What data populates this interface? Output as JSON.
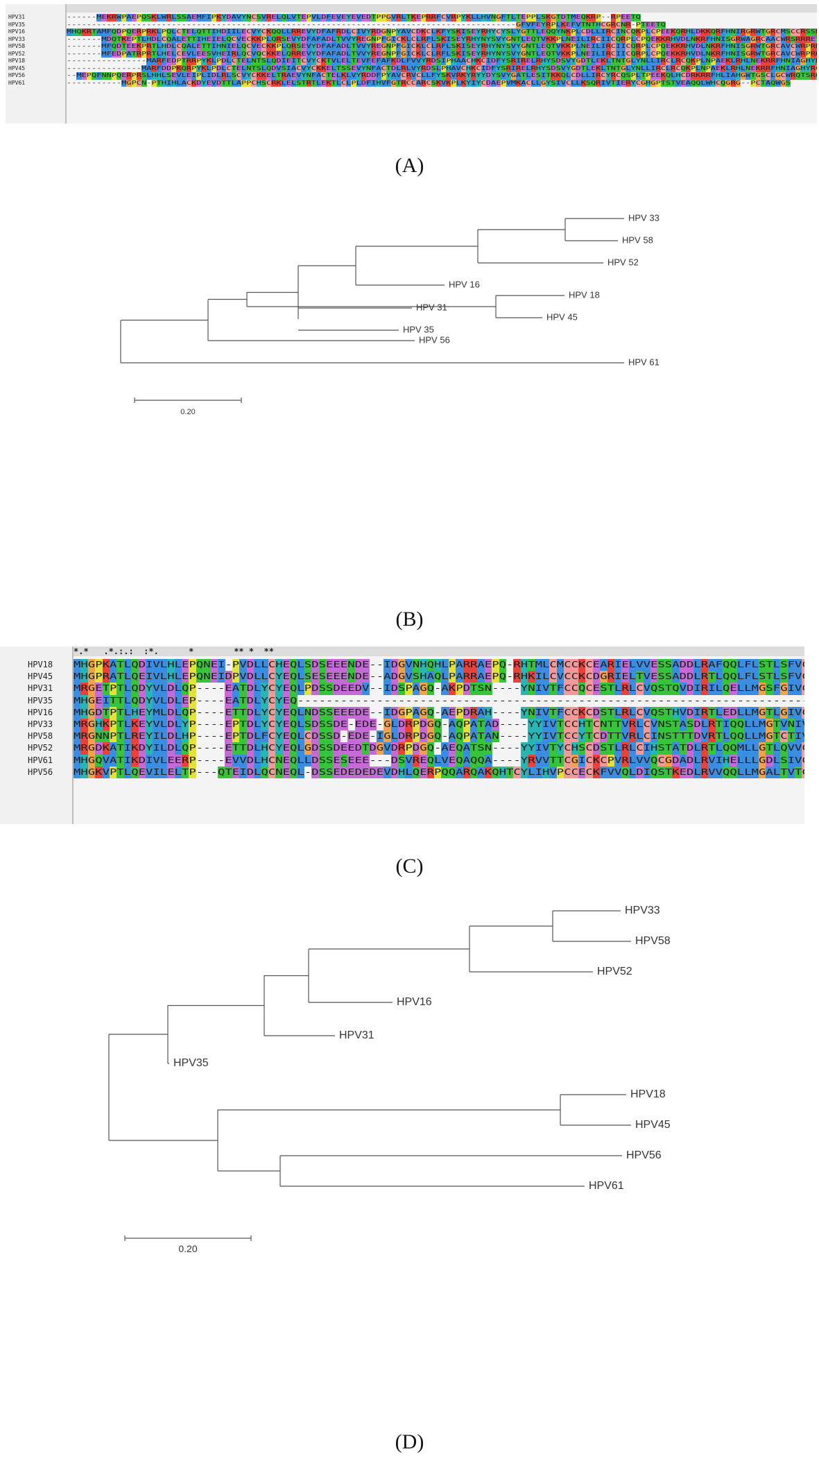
{
  "captions": {
    "a": "(A)",
    "b": "(B)",
    "c": "(C)",
    "d": "(D)"
  },
  "panel_a": {
    "names": [
      "HPV31",
      "HPV35",
      "HPV16",
      "HPV33",
      "HPV58",
      "HPV52",
      "HPV18",
      "HPV45",
      "HPV56",
      "HPV61"
    ],
    "rows": [
      "------MEKRWPAEPQSKLWRLSSAEMFIPKYDAVYNCSVRELQLVTEPVLDFEVEYEVEDTPPGVRLTKEPRRFCVRPYKLLHVNGFTLTEPPLSKGTDTMEQKRP--RPEETQ",
      "------------------------------------------------------------------------------------------GFVFEYRPLKEFVTNTHCGRCNR-PTEETQ",
      "MHQKRTAMFQDPQERPRKLPQLCTELQTTIHDIILECVYCKQQLLRREVYDFAFRDLCIVYRDGNPYAVCDKCLKFYSKISEYRHYCYSLYGTTLEQQYNKPLCDLLIRCINCQKPLCPEEKQRHLDKKQRFHNIRGRWTGRCMSCCRSSRTRRETQL",
      "-------MDQTKEPTLHDLCQALETTIHEIELQCVECKKPLQRSEVYDFAFADLTVVYREGNPFGICKLCLRFLSKISEYRHYNYSVYGNTLEQTVKKPLNEILIRCIICQRPLCPQEKKRHVDLNKRFHNISGRWAGRCAACWRSRRRETAL",
      "-------MFQDTEEKPRTLHDLCQALETTIHNIELQCVECKKPLQRSEVYDFAFADLTVVYREGNPFGICKLCLRFLSKISEYRHYNYSVYGNTLEQTVKKPLNEILIRCIICQRPLCPQEKKRHVDLNKRFHNISGRWTGRCAVCWRPRRRQTQV",
      "-------MFEDPATRPRTLHELCEVLEESVHEIRLQCVQCKKELQRREVYDFAFADLTVVYREGNPFGICKLCLRFLSKISEYRHYNYSVYGNTLEQTVKKPLNEILIRCIICQRPLCPQEKKRHVDLNKRFHNISGRWTGRCAVCWRPRRRQTQV",
      "----------------MARFEDPTRRPYKLPDLCTELNTSLQDIEITCVYCKTVLELTEVFEFAFKDLFVVYRDSIPHAACHKCIDFYSRIRELRHYSDSVYGDTLEKLTNTGLYNLLIRCLRCQKPLNPAEKLRHLNEKRRFHNIAGHYRGQCHSCCNRARQERLQRRRETQV",
      "---------------MARFDDPKQRPYKLPDLCTELNTSLQDVSIACVYCKKELTSSEVYNFACTDLRLVYRDSLPHAVCHKCIDFYSRIRELRHYSDSVYGDTLEKLTNTGLYNLLIRCLRCQKPLNPAEKLRHLNEKRRFHNIAGHYRGQCHSCCNRARQERLQRRRETQV",
      "--MEPQFNNPQERPRSLHHLSEVLEIPLIDLRLSCVYCKKELTRAEVYNFACTELKLVYRDDFPYAVCRVCLLFYSKVRKYRYYDYSVYGATLESITKKQLCDLLIRCYRCQSPLTPEEKQLHCDRKRRFHLIAHGWTGSCLGCWRQTSRQPRESTV",
      "-----------MGPCN-PTHIHLACKDYEVDTTLAPPCHSCRKLELSTRTLEKTLCLPLDFIHVFGTRCCARCSKVKPLKYIYCDAEPVMKACLLGYSIVCLLKSQRIVTIERYCGHGPTSTVEAQQLWHCQGRG--PCTAQWGS"
    ]
  },
  "tree_b": {
    "leaves": [
      "HPV 33",
      "HPV 58",
      "HPV 52",
      "HPV 16",
      "HPV 31",
      "HPV 35",
      "HPV 18",
      "HPV 45",
      "HPV 56",
      "HPV 61"
    ],
    "scale_label": "0.20"
  },
  "panel_c": {
    "names": [
      "HPV18",
      "HPV45",
      "HPV31",
      "HPV35",
      "HPV16",
      "HPV33",
      "HPV58",
      "HPV52",
      "HPV61",
      "HPV56"
    ],
    "conservation": "*.*   .*.:.:  :*.      *        ** *  **",
    "rows": [
      "MHGPKATLQDIVLHLEPQNEI-PVDLLCHEQLSDSEEENDE--IDGVNHQHLPARRAEPQ-RHTMLCMCCKCEARIELVVESSADDLRAFQQLFLSTLSFVCPWCASQQ",
      "MHGPRATLQEIVLHLEPQNEIDPVDLLCYEQLSESEEENDE--ADGVSHAQLPARRAEPQ-RHKILCVCCKCDGRIELTVESSADDLRTLQQLFLSTLSFVCPWCATNQ",
      "MRGETPTLQDYVLDLQP----EATDLYCYEQLPDSSDEEDV--IDSPAGQ-AKPDTSN----YNIVTFCCQCESTLRLCVQSTQVDIRILQELLMGSFGIVCPNCSTRL",
      "MHGEITTLQDYVLDLEP----EATDLYCYEQ----------------------------------------------------------------------------------",
      "MHGDTPTLHEYMLDLQP----ETTDLYCYEQLNDSSEEEDE--IDGPAGQ-AEPDRAH----YNIVTFCCKCDSTLRLCVQSTHVDIRTLEDLLMGTLGIVCPICSQKP",
      "MRGHKPTLKEYVLDLYP----EPTDLYCYEQLSDSSDE-EDE-GLDRPDGQ-AQPATAD----YYIVTCCHTCNTTVRLCVNSTASDLRTIQQLLMGTVNIVCPTCAQL-",
      "MRGNNPTLREYILDLHP----EPTDLFCYEQLCDSSD-EDE-IGLDRPDGQ-AQPATAN----YYIVTCCYTCDTTVRLCINSTTTDVRTLQQLLMGTCTIVCPSCAQQ-",
      "MRGDKATIKDYILDLQP----ETTDLHCYEQLGDSSDEEDTDGVDRPDGQ-AEQATSN----YYIVTYCHSCDSTLRLCIHSTATDLRTLQQMLLGTLQVVCPGCARL-",
      "MHGQVATIKDIVLEERP----EVVDLHCNEQLLDSSESEEE---DSVREQLVEQAQQA----YRVVTTCGICKCPVRLVVQCGDADLRVIHELLLGDLSIVCPGCA---",
      "MHGKVPTLQEVILELTP---QTEIDLQCNEQL-DSSEDEDEDEVDHLQERPQQARQAKQHTCYLIHVPCCECKFVVQLDIQSTKEDLRVVQQLLMGALTVTCPLCASSN"
    ]
  },
  "tree_d": {
    "leaves": [
      "HPV33",
      "HPV58",
      "HPV52",
      "HPV16",
      "HPV31",
      "HPV35",
      "HPV18",
      "HPV45",
      "HPV56",
      "HPV61"
    ],
    "scale_label": "0.20"
  }
}
